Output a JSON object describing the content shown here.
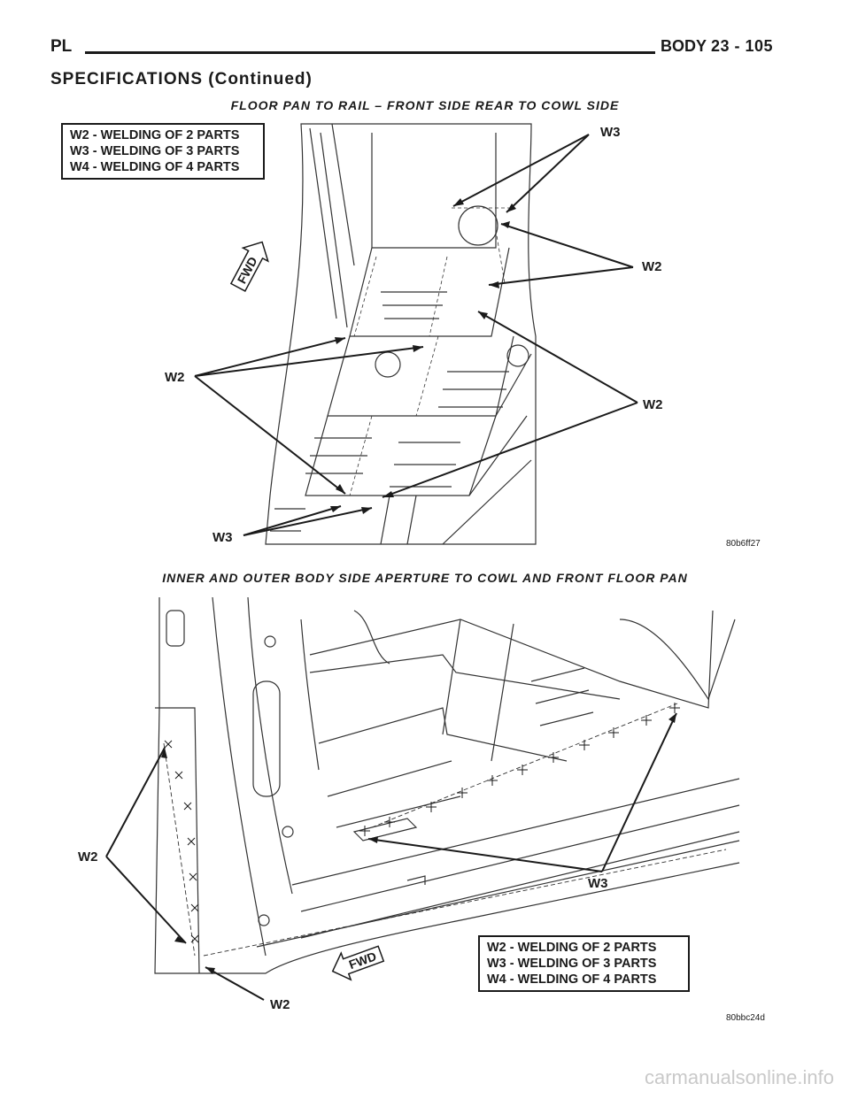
{
  "header": {
    "left": "PL",
    "section": "BODY",
    "page_number": "23 - 105"
  },
  "section_title": "SPECIFICATIONS (Continued)",
  "figure1": {
    "title": "FLOOR PAN TO RAIL – FRONT SIDE REAR TO COWL SIDE",
    "legend": [
      "W2 - WELDING OF 2 PARTS",
      "W3 - WELDING OF 3 PARTS",
      "W4 - WELDING OF 4 PARTS"
    ],
    "fwd_label": "FWD",
    "callouts": {
      "w3_top": "W3",
      "w2_right_upper": "W2",
      "w2_left": "W2",
      "w2_right_lower": "W2",
      "w3_bottom": "W3"
    },
    "figure_code": "80b6ff27"
  },
  "figure2": {
    "title": "INNER AND OUTER BODY SIDE APERTURE TO COWL AND FRONT FLOOR PAN",
    "legend": [
      "W2 - WELDING OF 2 PARTS",
      "W3 - WELDING OF 3 PARTS",
      "W4 - WELDING OF 4 PARTS"
    ],
    "fwd_label": "FWD",
    "callouts": {
      "w2_left": "W2",
      "w3_right": "W3",
      "w2_bottom": "W2"
    },
    "figure_code": "80bbc24d"
  },
  "watermark": "carmanualsonline.info"
}
